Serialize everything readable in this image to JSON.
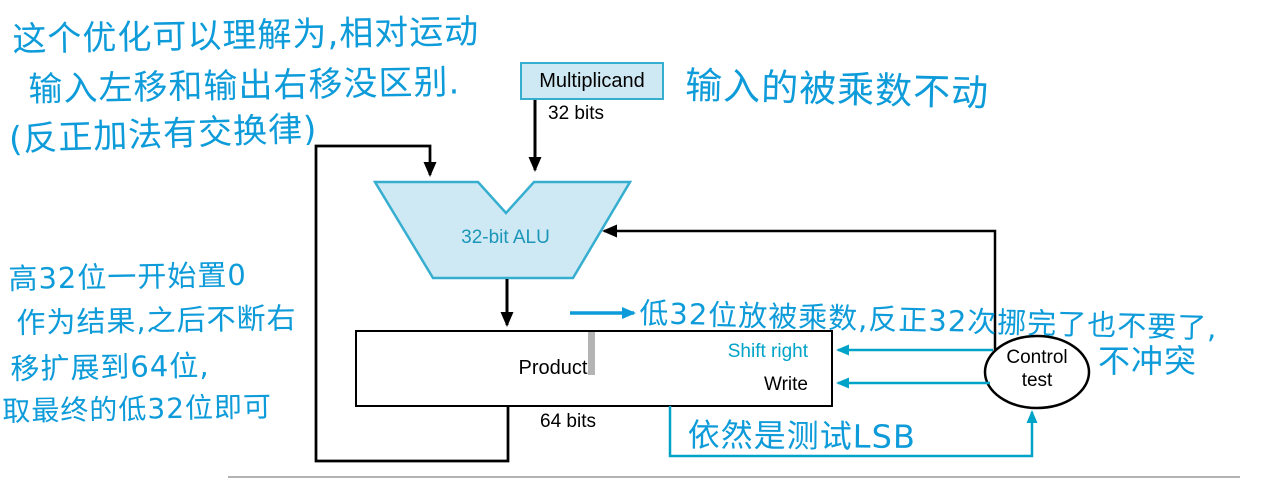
{
  "figure": {
    "multiplicand_label": "Multiplicand",
    "multiplicand_width_label": "32 bits",
    "alu_label": "32-bit ALU",
    "product_label": "Product",
    "product_width_label": "64 bits",
    "shift_right_signal": "Shift right",
    "write_signal": "Write",
    "control_test_line1": "Control",
    "control_test_line2": "test"
  },
  "annotations": {
    "top_note_line1": "这个优化可以理解为,相对运动",
    "top_note_line2": "输入左移和输出右移没区别.",
    "top_note_line3": "(反正加法有交换律)",
    "multiplicand_note": "输入的被乘数不动",
    "high_bits_note_line1": "高32位一开始置0",
    "high_bits_note_line2": "作为结果,之后不断右",
    "high_bits_note_line3": "移扩展到64位,",
    "high_bits_note_line4": "取最终的低32位即可",
    "low_bits_note": "低32位放被乘数,反正32次挪完了也不要了,",
    "no_conflict_note": "不冲突",
    "lsb_note": "依然是测试LSB"
  },
  "colors": {
    "diagram_cyan": "#35aecf",
    "diagram_fill": "#cfe9f4",
    "alu_text": "#1b96b8",
    "control_cyan": "#00a3c8",
    "handwriting_blue": "#0d9bd9",
    "gray_divider": "#b4b4b4"
  }
}
